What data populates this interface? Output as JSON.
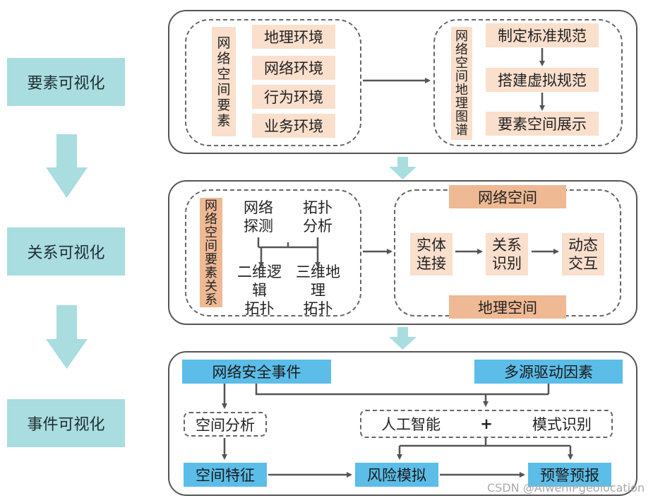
{
  "stages": [
    "要素可视化",
    "关系可视化",
    "事件可视化"
  ],
  "panel1": {
    "elements_title": "网络空间要素",
    "elements": [
      "地理环境",
      "网络环境",
      "行为环境",
      "业务环境"
    ],
    "atlas_title": "网络空间地理图谱",
    "atlas_steps": [
      "制定标准规范",
      "搭建虚拟规范",
      "要素空间展示"
    ]
  },
  "panel2": {
    "relations_title": "网络空间要素关系",
    "probe": "网络探测",
    "topology_analysis": "拓扑分析",
    "logic_topology": "二维逻辑拓扑",
    "geo_topology": "三维地理拓扑",
    "cyber_space": "网络空间",
    "geo_space": "地理空间",
    "flow": [
      "实体连接",
      "关系识别",
      "动态交互"
    ]
  },
  "panel3": {
    "security_event": "网络安全事件",
    "multi_source": "多源驱动因素",
    "spatial_analysis": "空间分析",
    "ai": "人工智能",
    "plus": "+",
    "pattern": "模式识别",
    "spatial_feature": "空间特征",
    "risk_sim": "风险模拟",
    "warning": "预警预报"
  },
  "watermark": "CSDN @AIwenIPgeolocation",
  "colors": {
    "stage_fill": "#a9dde0",
    "tag_fill": "#f9dfcc",
    "band_fill": "#efb994",
    "blue_fill": "#5bbde8",
    "line": "#555555"
  }
}
